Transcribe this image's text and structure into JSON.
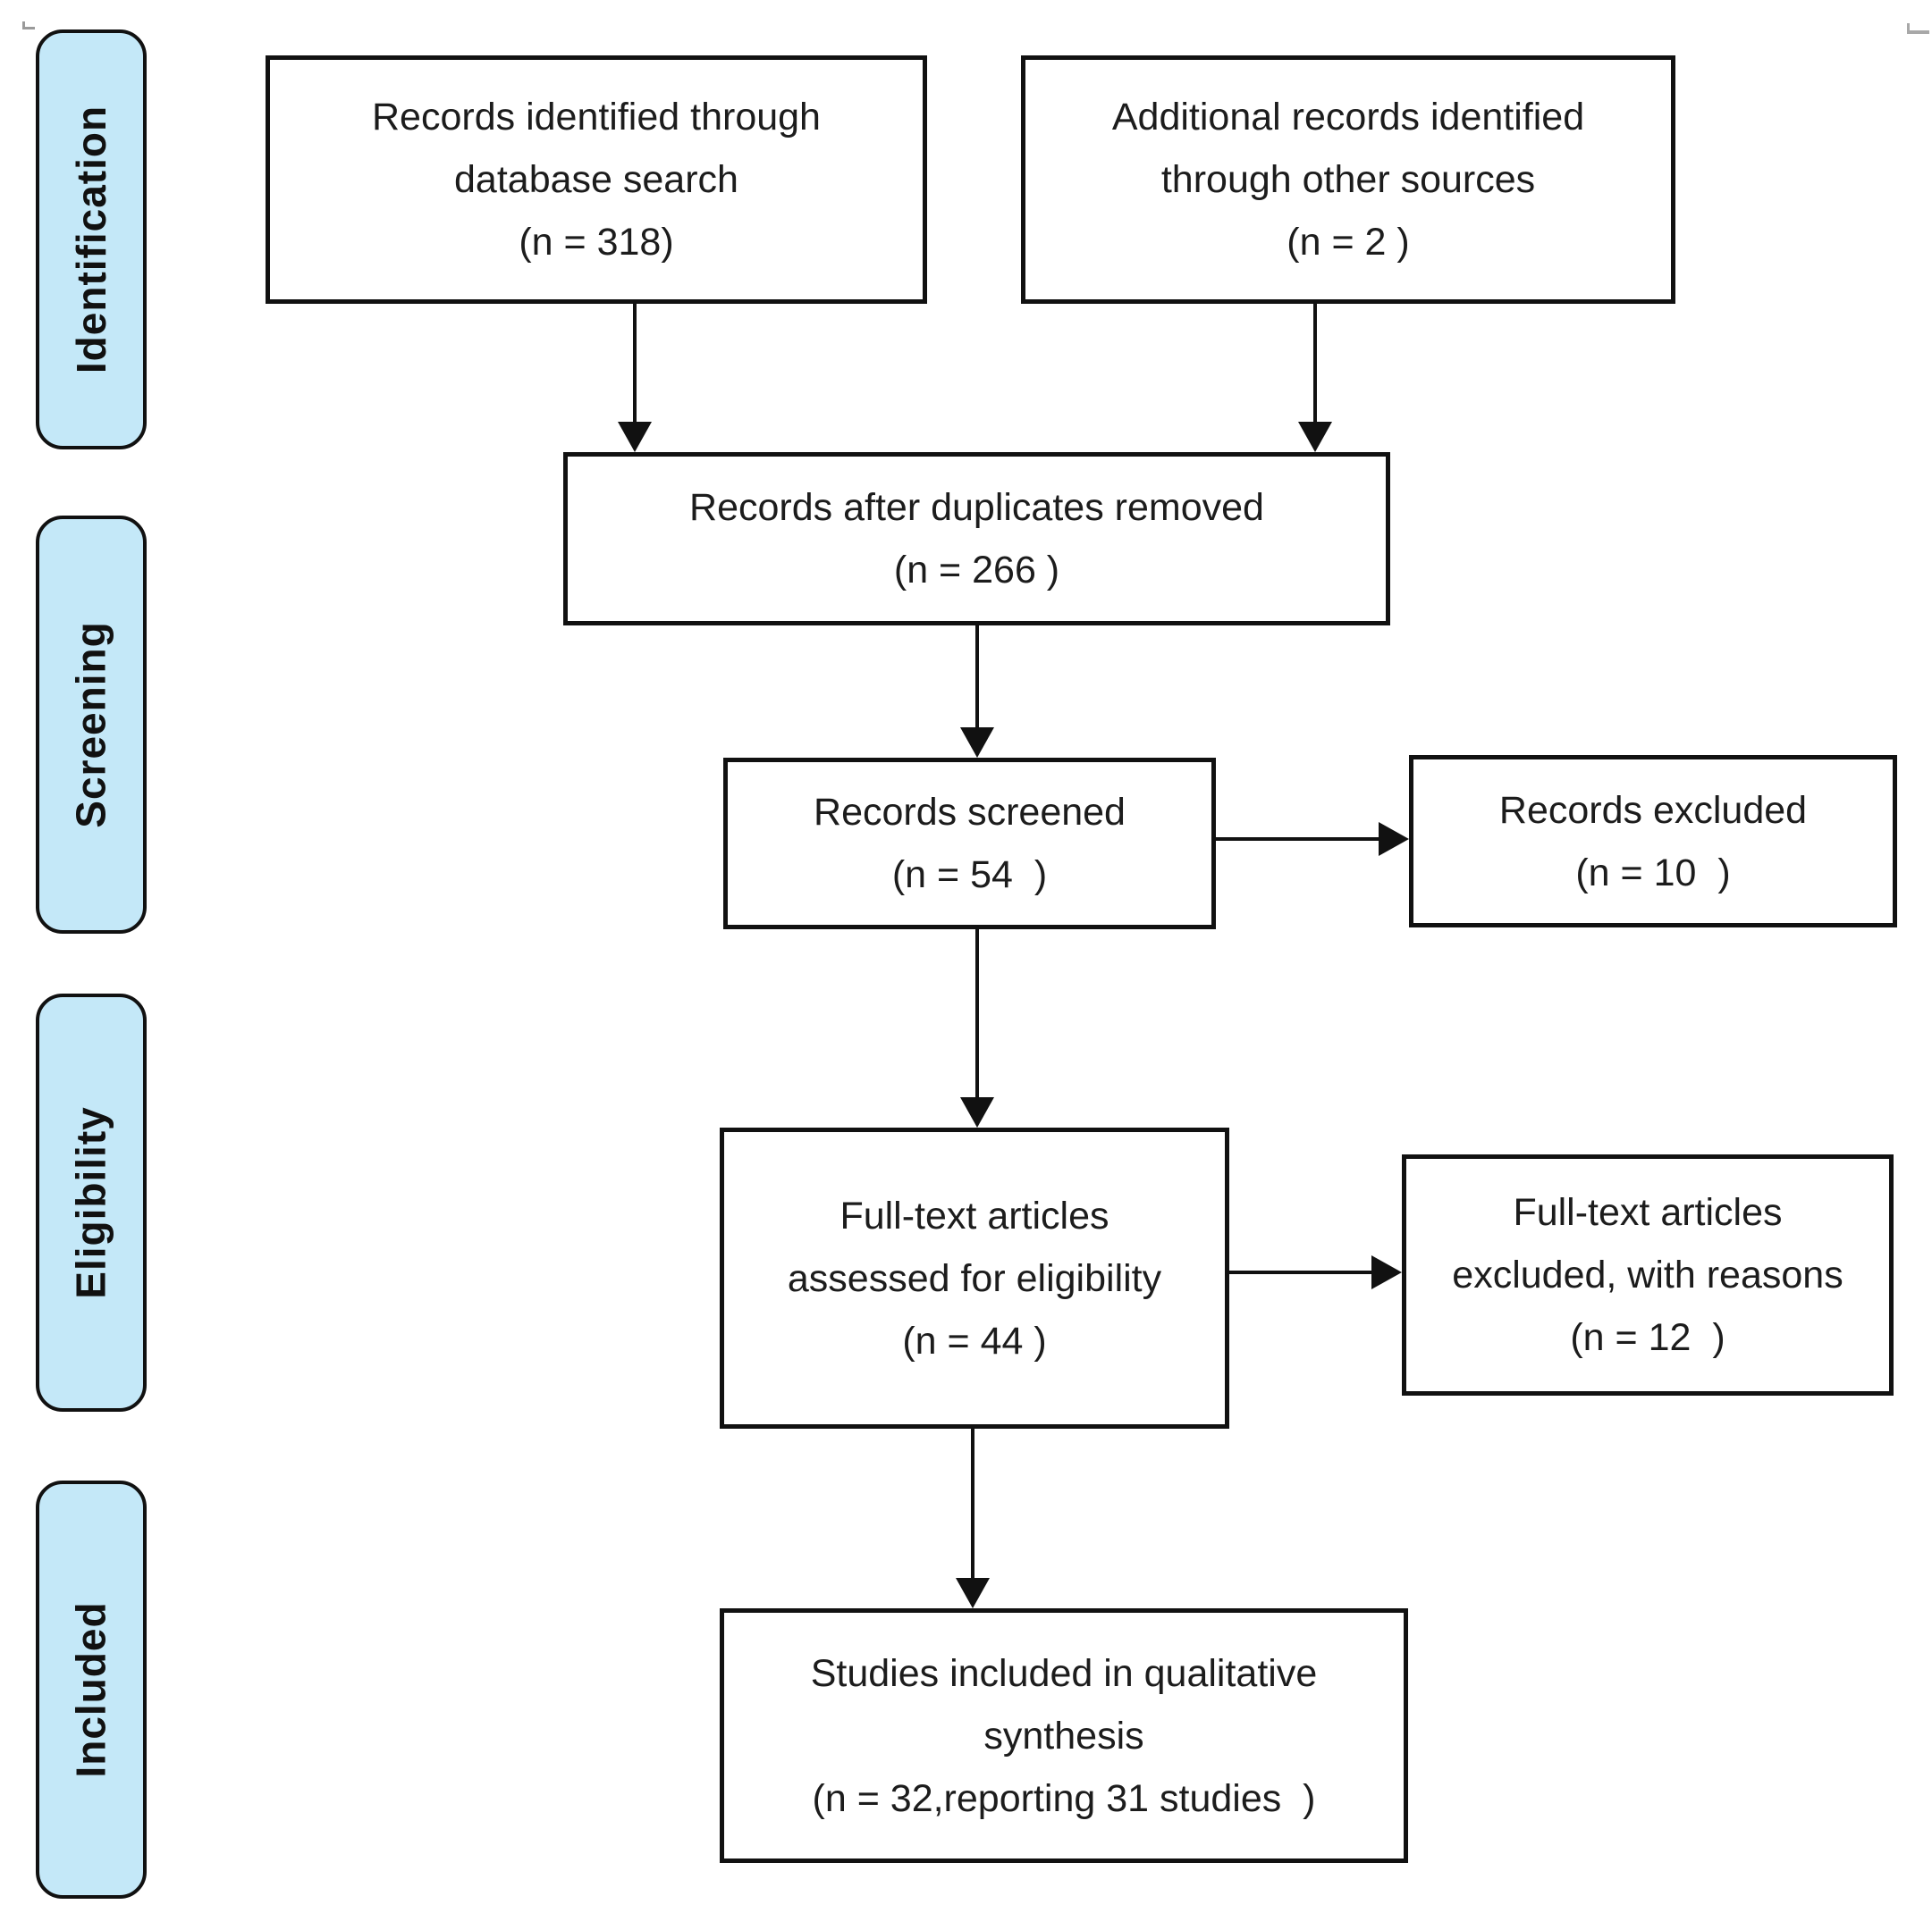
{
  "diagram": {
    "kind": "PRISMA flow diagram",
    "stage_fill_color": "#C4E8F8",
    "box_border_color": "#111111",
    "background_color": "#ffffff"
  },
  "stages": [
    {
      "label": "Identification"
    },
    {
      "label": "Screening"
    },
    {
      "label": "Eligibility"
    },
    {
      "label": "Included"
    }
  ],
  "boxes": [
    {
      "name": "records-identified",
      "lines": [
        "Records identified through",
        "database search",
        "(n = 318)"
      ]
    },
    {
      "name": "additional-records",
      "lines": [
        "Additional records identified",
        "through other sources",
        "(n = 2 )"
      ]
    },
    {
      "name": "records-after-duplicates",
      "lines": [
        "Records after duplicates removed",
        "(n = 266 )"
      ]
    },
    {
      "name": "records-screened",
      "lines": [
        "Records screened",
        "(n = 54  )"
      ]
    },
    {
      "name": "records-excluded",
      "lines": [
        "Records excluded",
        "(n = 10  )"
      ]
    },
    {
      "name": "fulltext-assessed",
      "lines": [
        "Full-text articles",
        "assessed for eligibility",
        "(n = 44 )"
      ]
    },
    {
      "name": "fulltext-excluded",
      "lines": [
        "Full-text articles",
        "excluded, with reasons",
        "(n = 12  )"
      ]
    },
    {
      "name": "studies-included",
      "lines": [
        "Studies included in qualitative",
        "synthesis",
        "(n = 32,reporting 31 studies  )"
      ]
    }
  ]
}
